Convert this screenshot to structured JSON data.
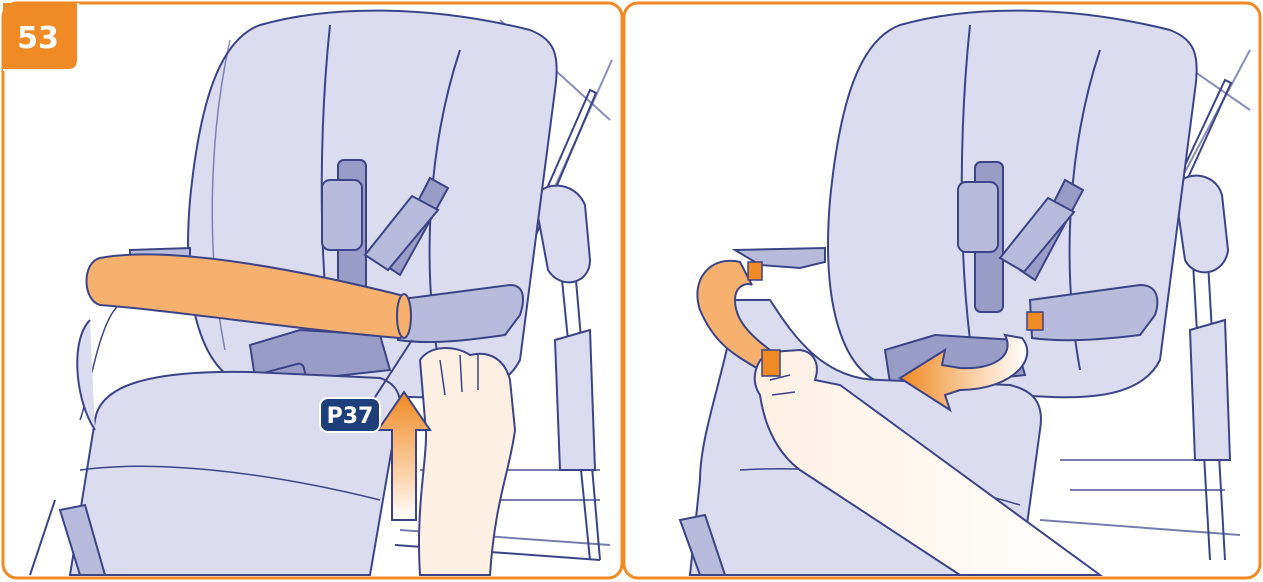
{
  "step": {
    "number": "53"
  },
  "panel_left": {
    "callout": "P37"
  },
  "colors": {
    "frame_orange": "#f08a24",
    "seat_lavender": "#dcdcf0",
    "seat_outline": "#3c4487",
    "harness_purple": "#9a9cc8",
    "bumper_orange": "#f7b16e",
    "skin": "#fdf0e2",
    "label_navy": "#1f3f7a"
  },
  "icons": {
    "step_badge": "step-number-badge",
    "lift_arrow": "up-arrow-icon",
    "rotate_arrow": "curved-arrow-icon"
  }
}
